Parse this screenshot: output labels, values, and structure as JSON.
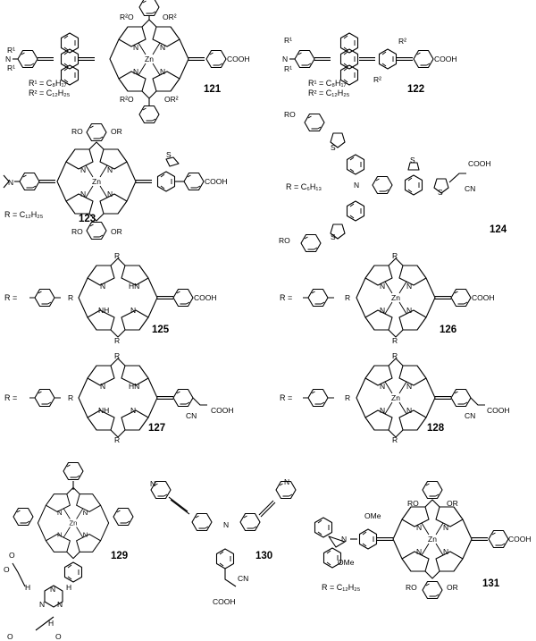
{
  "compounds": {
    "c121": {
      "number": "121",
      "r1": "R¹ = C₈H₁₇",
      "r2": "R² = C₁₂H₂₅"
    },
    "c122": {
      "number": "122",
      "r1": "R¹ = C₈H₁₇",
      "r2": "R² = C₁₂H₂₅"
    },
    "c123": {
      "number": "123",
      "r": "R = C₁₂H₂₅"
    },
    "c124": {
      "number": "124",
      "r": "R = C₆H₁₃"
    },
    "c125": {
      "number": "125",
      "r": "R ="
    },
    "c126": {
      "number": "126",
      "r": "R ="
    },
    "c127": {
      "number": "127",
      "r": "R ="
    },
    "c128": {
      "number": "128",
      "r": "R ="
    },
    "c129": {
      "number": "129"
    },
    "c130": {
      "number": "130"
    },
    "c131": {
      "number": "131",
      "r": "R = C₁₂H₂₅"
    }
  },
  "atoms": {
    "zn": "Zn",
    "n": "N",
    "nh": "NH",
    "hn": "HN",
    "s": "S",
    "o": "O",
    "cooh": "COOH",
    "cn": "CN",
    "ome": "OMe",
    "ro": "RO",
    "or": "OR",
    "r": "R",
    "r1": "R¹",
    "r2": "R²",
    "or2": "OR²",
    "r2o": "R²O",
    "h": "H"
  }
}
